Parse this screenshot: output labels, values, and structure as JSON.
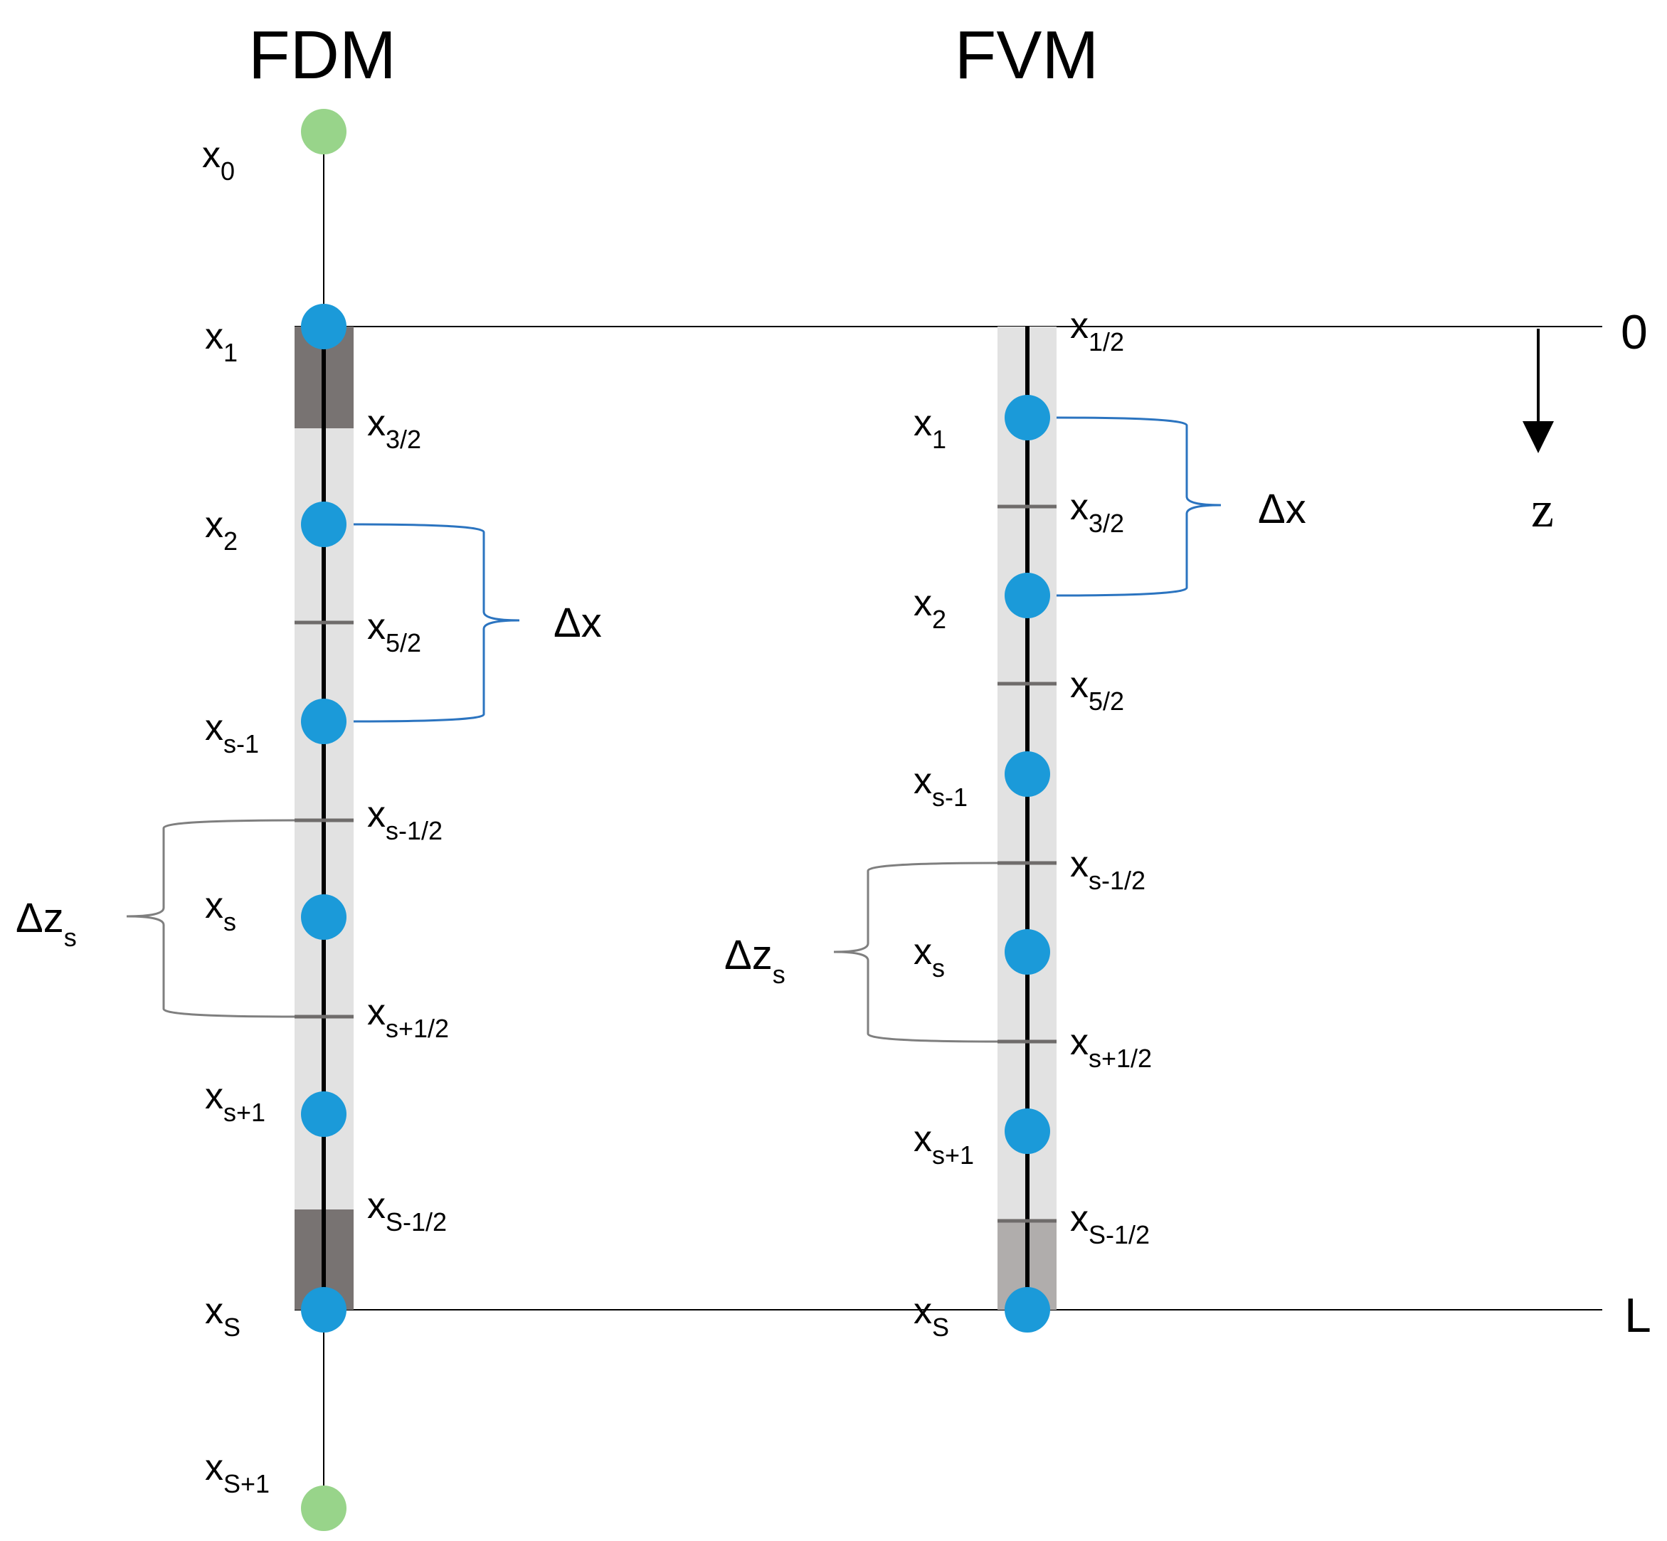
{
  "titles": {
    "fdm": "FDM",
    "fvm": "FVM"
  },
  "domain": {
    "top": "0",
    "bottom": "L",
    "axis": "z"
  },
  "fdm": {
    "ghost_top": {
      "base": "x",
      "sub": "0"
    },
    "ghost_bottom": {
      "base": "x",
      "sub": "S+1"
    },
    "nodes": [
      {
        "base": "x",
        "sub": "1"
      },
      {
        "base": "x",
        "sub": "2"
      },
      {
        "base": "x",
        "sub": "s-1"
      },
      {
        "base": "x",
        "sub": "s"
      },
      {
        "base": "x",
        "sub": "s+1"
      },
      {
        "base": "x",
        "sub": "S"
      }
    ],
    "faces": [
      {
        "base": "x",
        "sub": "3/2"
      },
      {
        "base": "x",
        "sub": "5/2"
      },
      {
        "base": "x",
        "sub": "s-1/2"
      },
      {
        "base": "x",
        "sub": "s+1/2"
      },
      {
        "base": "x",
        "sub": "S-1/2"
      }
    ],
    "dx": {
      "text": "Δx"
    },
    "dzs": {
      "base": "Δz",
      "sub": "s"
    }
  },
  "fvm": {
    "nodes": [
      {
        "base": "x",
        "sub": "1"
      },
      {
        "base": "x",
        "sub": "2"
      },
      {
        "base": "x",
        "sub": "s-1"
      },
      {
        "base": "x",
        "sub": "s"
      },
      {
        "base": "x",
        "sub": "s+1"
      },
      {
        "base": "x",
        "sub": "S"
      }
    ],
    "faces": [
      {
        "base": "x",
        "sub": "1/2"
      },
      {
        "base": "x",
        "sub": "3/2"
      },
      {
        "base": "x",
        "sub": "5/2"
      },
      {
        "base": "x",
        "sub": "s-1/2"
      },
      {
        "base": "x",
        "sub": "s+1/2"
      },
      {
        "base": "x",
        "sub": "S-1/2"
      }
    ],
    "dx": {
      "text": "Δx"
    },
    "dzs": {
      "base": "Δz",
      "sub": "s"
    }
  },
  "colors": {
    "node": "#1b9ad9",
    "ghost_node": "#98d48a",
    "bracket_dx": "#2b74c0",
    "bracket_dz": "#7f7f7f",
    "cell_light": "#e2e2e2",
    "cell_dark_fdm": "#787372",
    "cell_dark_fvm": "#b0adac",
    "face_tick": "#6f6c6b"
  }
}
